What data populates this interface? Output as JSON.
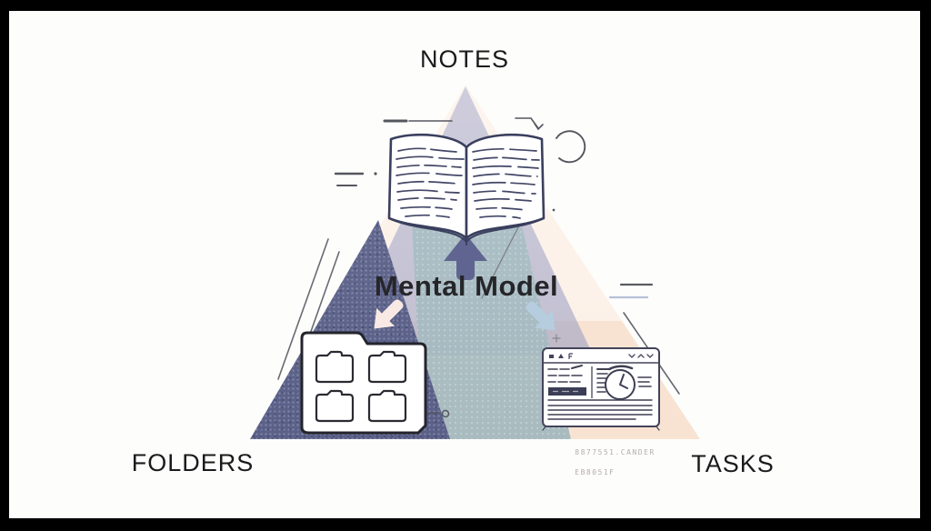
{
  "diagram": {
    "center_label": "Mental Model",
    "vertices": [
      {
        "id": "notes",
        "label": "NOTES",
        "icon": "open-book-icon",
        "position": "top"
      },
      {
        "id": "folders",
        "label": "FOLDERS",
        "icon": "folder-grid-icon",
        "position": "bottom-left"
      },
      {
        "id": "tasks",
        "label": "TASKS",
        "icon": "tasks-window-icon",
        "position": "bottom-right"
      }
    ],
    "arrows": [
      {
        "id": "arrow-to-notes",
        "direction": "up",
        "color": "#5f6590"
      },
      {
        "id": "arrow-to-folders",
        "direction": "down-left",
        "color": "#f8e9e4"
      },
      {
        "id": "arrow-to-tasks",
        "direction": "down-right",
        "color": "#b5cdde"
      }
    ],
    "watermark": {
      "line1": "8877551.CANDER",
      "line2": "EB8051F"
    },
    "colors": {
      "frame": "#000000",
      "canvas": "#fdfdfc",
      "triangle_peach_light": "#fbeee3",
      "triangle_peach_dark": "#f8e3d2",
      "triangle_lavender": "#c8cbe1",
      "triangle_teal_band": "#b3c7cc",
      "triangle_navy": "#5d6389",
      "ink_outline": "#3a3f5e",
      "label_text": "#1b1b1d"
    }
  }
}
